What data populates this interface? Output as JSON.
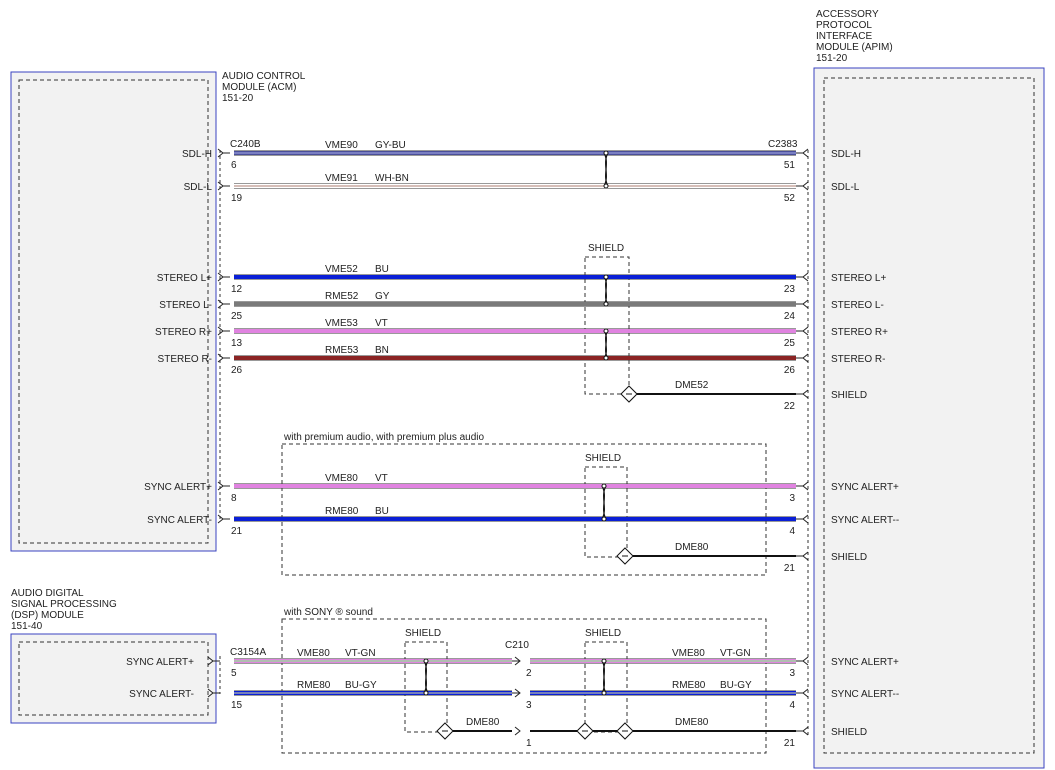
{
  "modules": {
    "acm": {
      "lines": [
        "AUDIO CONTROL",
        "MODULE (ACM)",
        "151-20"
      ]
    },
    "apim": {
      "lines": [
        "ACCESSORY",
        "PROTOCOL",
        "INTERFACE",
        "MODULE (APIM)",
        "151-20"
      ]
    },
    "dsp": {
      "lines": [
        "AUDIO DIGITAL",
        "SIGNAL PROCESSING",
        "(DSP) MODULE",
        "151-40"
      ]
    }
  },
  "connectors": {
    "acm": "C240B",
    "apim": "C2383",
    "dsp": "C3154A",
    "inline": "C210"
  },
  "groups": {
    "premium": "with premium audio, with premium plus audio",
    "sony": "with SONY ® sound"
  },
  "shield_label": "SHIELD",
  "wires": [
    {
      "circuit": "VME90",
      "color_code": "GY-BU",
      "left_pin": "6",
      "right_pin": "51",
      "left_label": "SDL-H",
      "right_label": "SDL-H",
      "colors": [
        "#4a4f9a",
        "#8a8fd0"
      ]
    },
    {
      "circuit": "VME91",
      "color_code": "WH-BN",
      "left_pin": "19",
      "right_pin": "52",
      "left_label": "SDL-L",
      "right_label": "SDL-L",
      "colors": [
        "#ffffff",
        "#c9a8a0"
      ]
    },
    {
      "circuit": "VME52",
      "color_code": "BU",
      "left_pin": "12",
      "right_pin": "23",
      "left_label": "STEREO L+",
      "right_label": "STEREO L+",
      "colors": [
        "#0a1fd6"
      ]
    },
    {
      "circuit": "RME52",
      "color_code": "GY",
      "left_pin": "25",
      "right_pin": "24",
      "left_label": "STEREO L-",
      "right_label": "STEREO L-",
      "colors": [
        "#7a7a7a"
      ]
    },
    {
      "circuit": "VME53",
      "color_code": "VT",
      "left_pin": "13",
      "right_pin": "25",
      "left_label": "STEREO R+",
      "right_label": "STEREO R+",
      "colors": [
        "#e083e0"
      ]
    },
    {
      "circuit": "RME53",
      "color_code": "BN",
      "left_pin": "26",
      "right_pin": "26",
      "left_label": "STEREO R-",
      "right_label": "STEREO R-",
      "colors": [
        "#8b2424"
      ]
    },
    {
      "circuit": "VME80",
      "color_code": "VT",
      "left_pin": "8",
      "right_pin": "3",
      "left_label": "SYNC ALERT+",
      "right_label": "SYNC ALERT+",
      "colors": [
        "#e083e0"
      ]
    },
    {
      "circuit": "RME80",
      "color_code": "BU",
      "left_pin": "21",
      "right_pin": "4",
      "left_label": "SYNC ALERT-",
      "right_label": "SYNC ALERT--",
      "colors": [
        "#0a1fd6"
      ]
    }
  ],
  "shields": [
    {
      "circuit": "DME52",
      "right_pin": "22",
      "right_label": "SHIELD"
    },
    {
      "circuit": "DME80",
      "right_pin": "21",
      "right_label": "SHIELD"
    }
  ],
  "sony": {
    "wires": [
      {
        "circuit": "VME80",
        "color_code": "VT-GN",
        "left_pin": "5",
        "inline_pin": "2",
        "right_pin": "3",
        "left_label": "SYNC ALERT+",
        "right_label": "SYNC ALERT+",
        "colors": [
          "#e083e0",
          "#9fd29f"
        ]
      },
      {
        "circuit": "RME80",
        "color_code": "BU-GY",
        "left_pin": "15",
        "inline_pin": "3",
        "right_pin": "4",
        "left_label": "SYNC ALERT-",
        "right_label": "SYNC ALERT--",
        "colors": [
          "#0a1fd6",
          "#9aa0b0"
        ]
      }
    ],
    "shield": {
      "circuit": "DME80",
      "inline_pin": "1",
      "right_pin": "21",
      "right_label": "SHIELD"
    }
  }
}
